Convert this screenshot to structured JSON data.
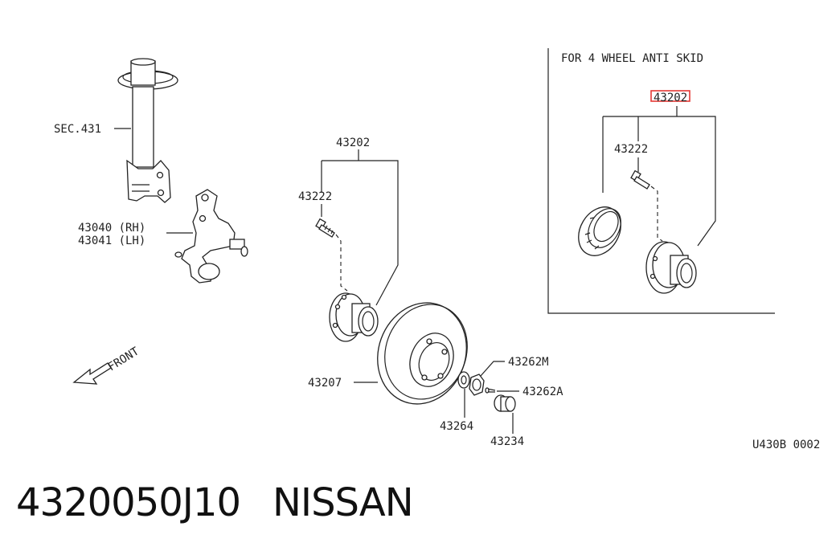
{
  "diagram": {
    "labels": {
      "sec": "SEC.431",
      "knuckle_rh": "43040 (RH)",
      "knuckle_lh": "43041 (LH)",
      "hub_assy": "43202",
      "bolt": "43222",
      "rotor": "43207",
      "nut_m": "43262M",
      "pin_a": "43262A",
      "washer": "43264",
      "cap": "43234",
      "front": "FRONT",
      "inset_title": "FOR 4 WHEEL ANTI SKID",
      "inset_hub_assy": "43202",
      "inset_bolt": "43222",
      "diagram_code": "U430B 0002"
    },
    "highlight_color": "#e53935"
  },
  "footer": {
    "part_number": "4320050J10",
    "brand": "NISSAN"
  }
}
